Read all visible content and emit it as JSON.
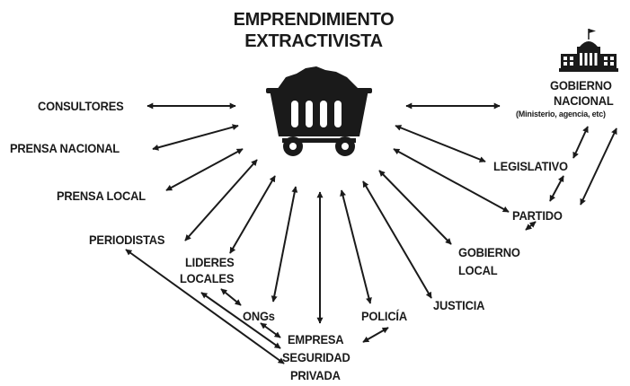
{
  "title": {
    "line1": "EMPRENDIMIENTO",
    "line2": "EXTRACTIVISTA"
  },
  "nodes": {
    "consultores": "CONSULTORES",
    "prensa_nacional": "PRENSA NACIONAL",
    "prensa_local": "PRENSA LOCAL",
    "periodistas": "PERIODISTAS",
    "lideres_line1": "LIDERES",
    "lideres_line2": "LOCALES",
    "ongs": "ONGs",
    "empresa": "EMPRESA",
    "seguridad_line1": "SEGURIDAD",
    "seguridad_line2": "PRIVADA",
    "policia": "POLICÍA",
    "justicia": "JUSTICIA",
    "gobierno_local_line1": "GOBIERNO",
    "gobierno_local_line2": "LOCAL",
    "partido": "PARTIDO",
    "legislativo": "LEGISLATIVO",
    "gobierno_nacional_line1": "GOBIERNO",
    "gobierno_nacional_line2": "NACIONAL",
    "gobierno_nacional_note": "(Ministerio, agencia, etc)"
  },
  "icons": {
    "center": "mining-cart-icon",
    "government": "government-building-icon"
  },
  "colors": {
    "ink": "#1a1a1a",
    "background": "#ffffff"
  }
}
